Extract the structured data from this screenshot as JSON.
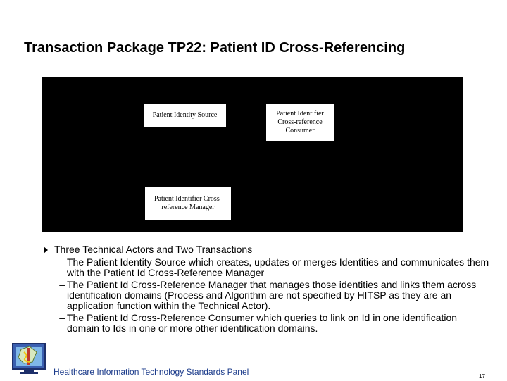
{
  "slide": {
    "title": "Transaction Package TP22: Patient ID Cross-Referencing",
    "page_number": "17",
    "footer": "Healthcare Information Technology Standards Panel"
  },
  "diagram": {
    "boxes": {
      "source": "Patient Identity Source",
      "consumer": "Patient Identifier Cross-reference Consumer",
      "manager": "Patient Identifier Cross-reference Manager"
    }
  },
  "bullets": {
    "main": "Three Technical Actors and Two Transactions",
    "dash": "–",
    "sub": [
      "The Patient Identity Source which creates, updates or merges Identities and communicates them with the Patient Id Cross-Reference Manager",
      "The Patient Id Cross-Reference Manager that manages those identities and links them across identification domains (Process and Algorithm are not specified by HITSP as they are an application function within the Technical Actor).",
      "The Patient Id Cross-Reference Consumer which queries to link on Id in one identification domain to Ids in one or more other identification domains."
    ]
  },
  "colors": {
    "diagram_background": "#000000",
    "footer_text": "#1a3a8a"
  },
  "icons": {
    "bullet": "triangle-bullet-icon",
    "logo": "hitsp-logo-icon"
  }
}
